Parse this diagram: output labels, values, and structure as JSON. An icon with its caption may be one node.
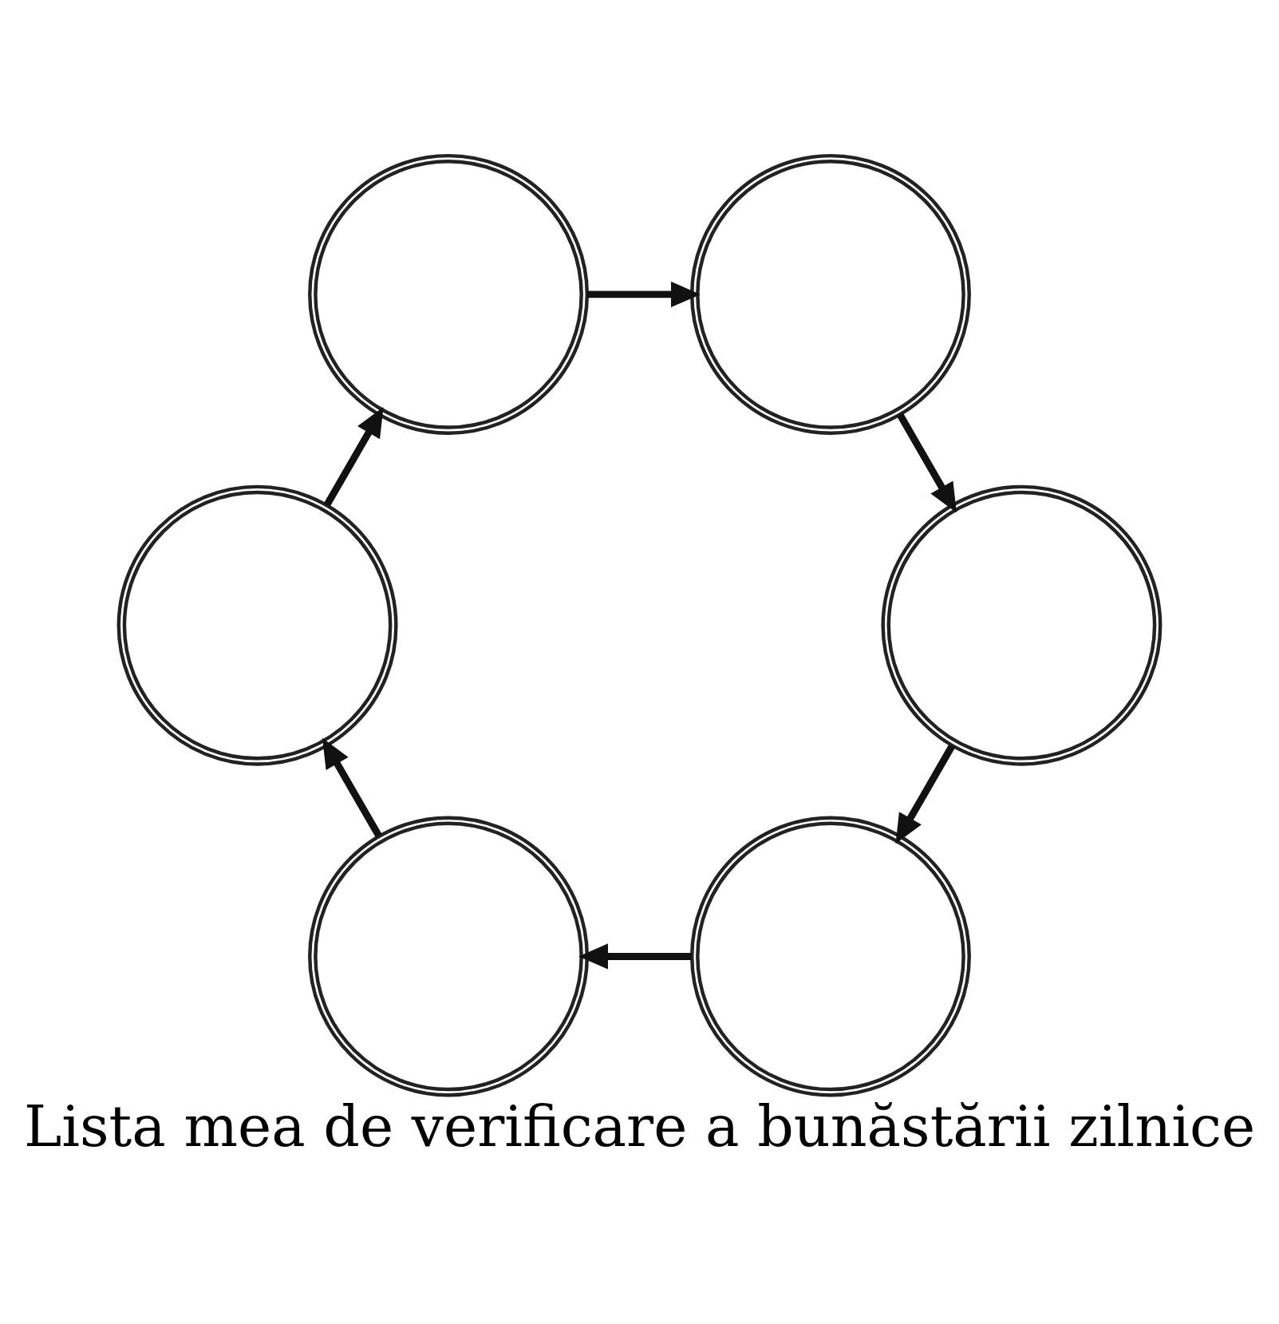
{
  "diagram": {
    "title": "Lista mea de verificare a bunăstării zilnice",
    "nodes": [
      {
        "text": [],
        "shape": "circle"
      },
      {
        "text": [],
        "shape": "circle"
      },
      {
        "text": [],
        "shape": "circle"
      },
      {
        "text": [],
        "shape": "circle"
      },
      {
        "text": [],
        "shape": "circle"
      },
      {
        "text": [],
        "shape": "circle"
      }
    ],
    "edges": [
      {
        "from": 0,
        "to": 1,
        "arrow": "to"
      },
      {
        "from": 1,
        "to": 2,
        "arrow": "to"
      },
      {
        "from": 2,
        "to": 3,
        "arrow": "to"
      },
      {
        "from": 3,
        "to": 4,
        "arrow": "to"
      },
      {
        "from": 4,
        "to": 5,
        "arrow": "to"
      },
      {
        "from": 5,
        "to": 0,
        "arrow": "to"
      }
    ]
  }
}
